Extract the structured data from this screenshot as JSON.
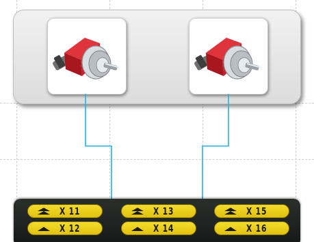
{
  "devices": [
    {
      "name": "encoder-left",
      "icon": "rotary-encoder-icon"
    },
    {
      "name": "encoder-right",
      "icon": "rotary-encoder-icon"
    }
  ],
  "colors": {
    "wire": "#1fb3e6",
    "terminal": "#f0d21e",
    "terminal_bar": "#1c201e",
    "encoder_housing": "#c8232c"
  },
  "terminals": [
    {
      "label": "X 11",
      "icon": "double-arrow-up-icon"
    },
    {
      "label": "X 13",
      "icon": "double-arrow-up-icon"
    },
    {
      "label": "X 15",
      "icon": "double-arrow-up-icon"
    },
    {
      "label": "X 12",
      "icon": "single-arrow-up-icon"
    },
    {
      "label": "X 14",
      "icon": "single-arrow-up-icon"
    },
    {
      "label": "X 16",
      "icon": "single-arrow-up-icon"
    }
  ]
}
